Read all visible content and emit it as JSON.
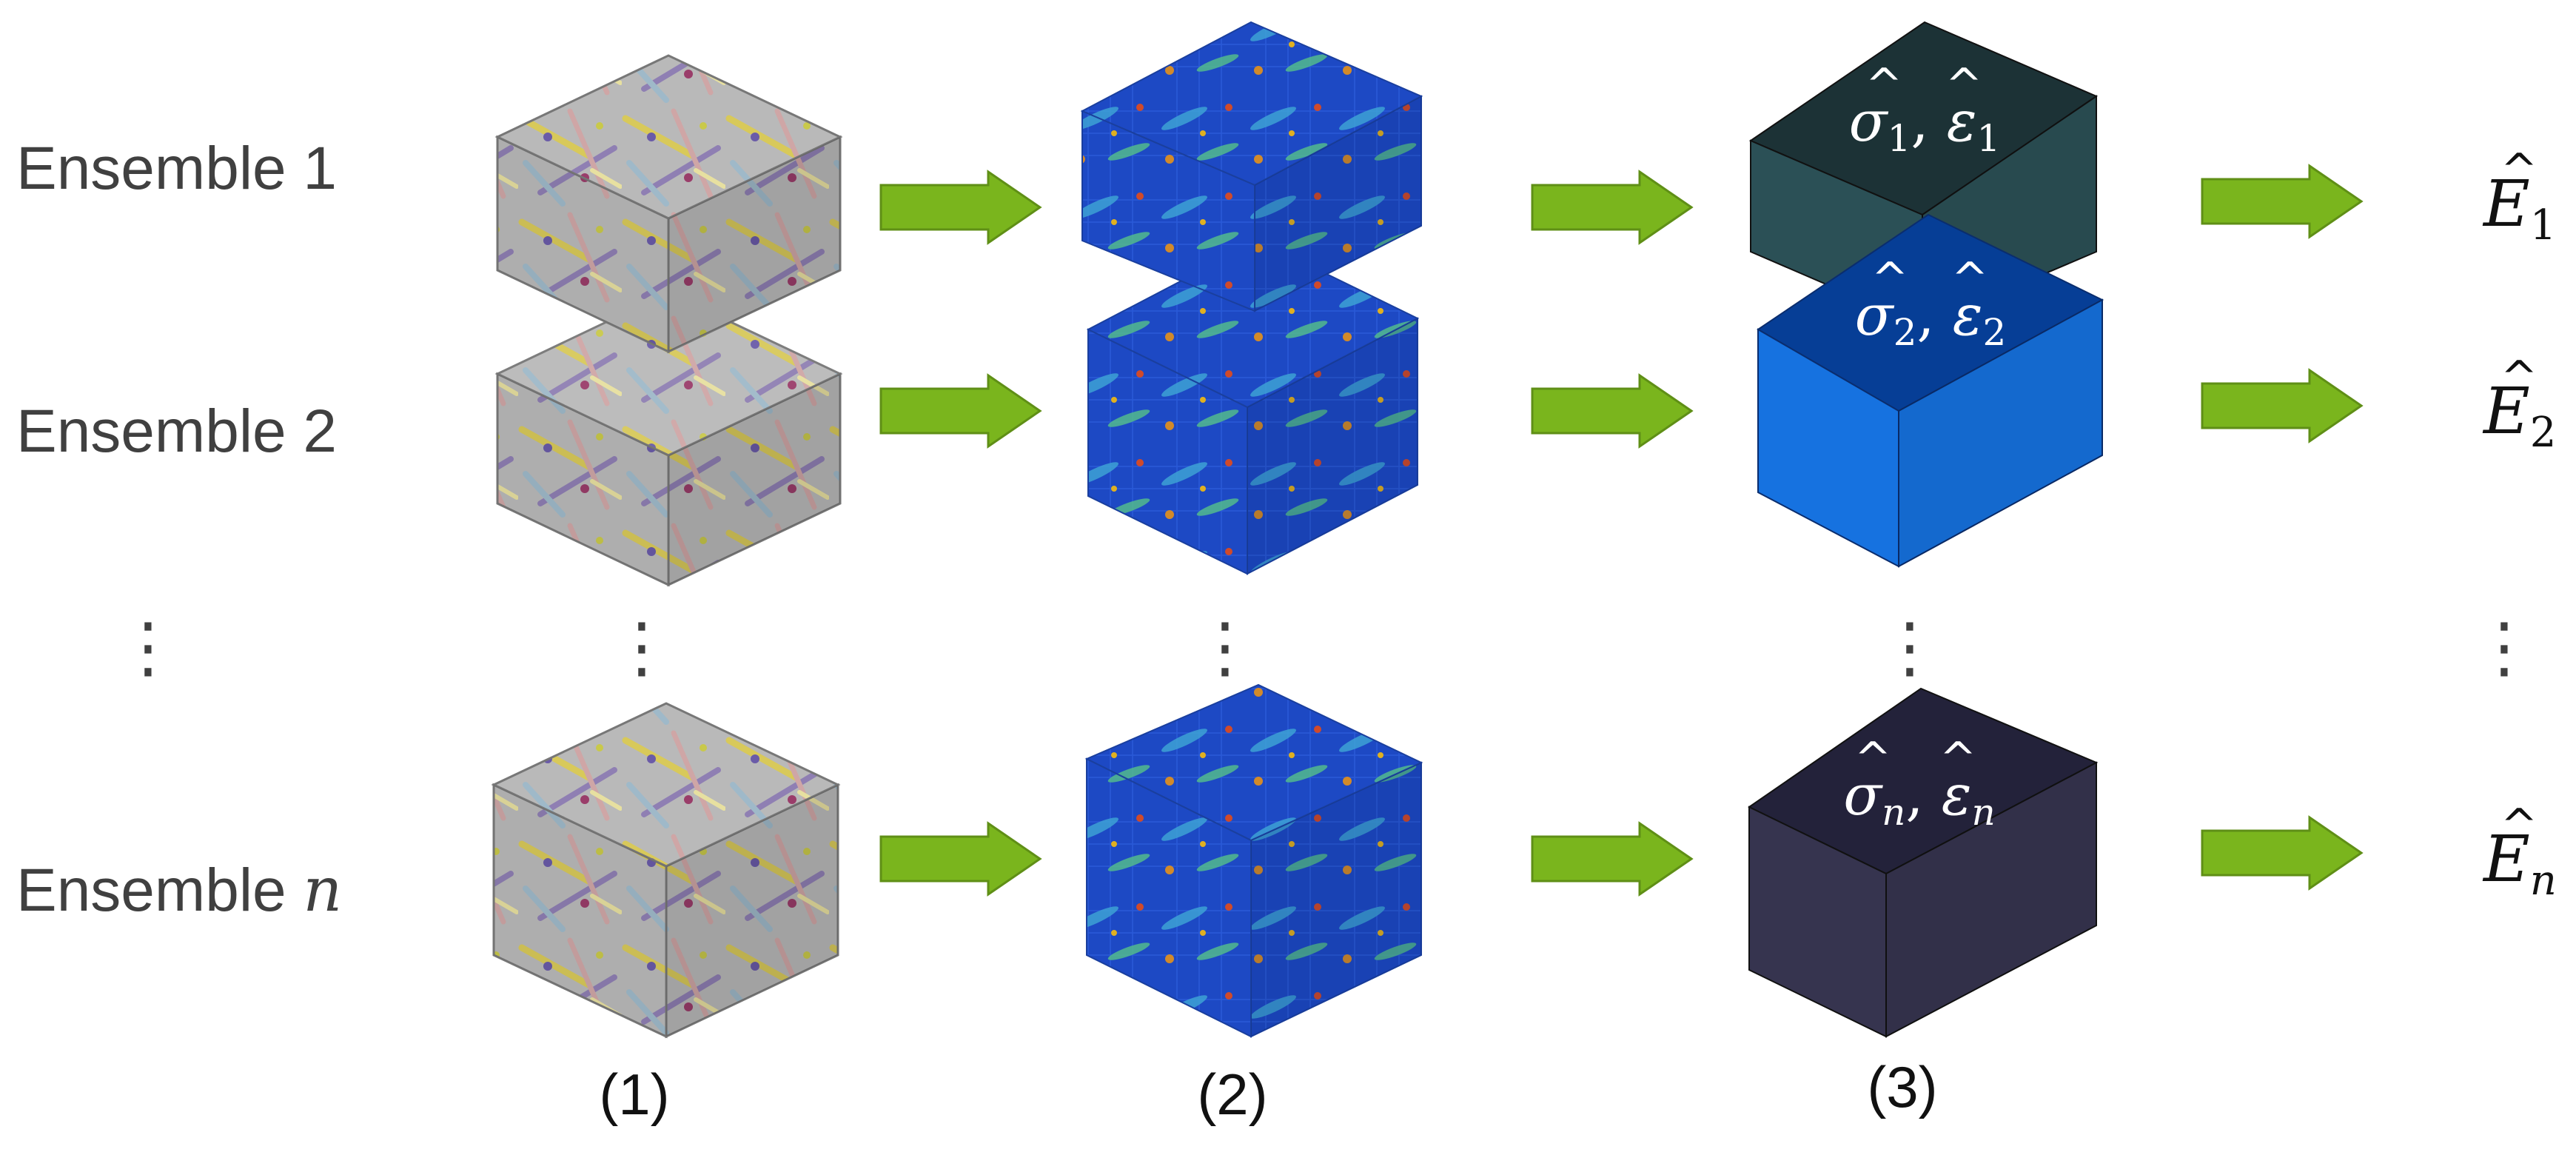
{
  "rows": [
    {
      "label_text": "Ensemble 1",
      "label_var": "",
      "stress_sym": "σ",
      "strain_sym": "ε",
      "sub": "1",
      "E_sym": "E",
      "E_sub": "1"
    },
    {
      "label_text": "Ensemble 2",
      "label_var": "",
      "stress_sym": "σ",
      "strain_sym": "ε",
      "sub": "2",
      "E_sym": "E",
      "E_sub": "2"
    },
    {
      "label_text": "Ensemble ",
      "label_var": "n",
      "stress_sym": "σ",
      "strain_sym": "ε",
      "sub": "n",
      "E_sym": "E",
      "E_sub": "n"
    }
  ],
  "captions": [
    "(1)",
    "(2)",
    "(3)"
  ],
  "ellipsis": "⋮",
  "colors": {
    "arrow": "#7ab51d",
    "arrow_edge": "#5f8f16",
    "rve_box": "#bdbdbd",
    "fem_mesh": "#1e4fcf",
    "result_box_1_top": "#1c3236",
    "result_box_1_side": "#2b5056",
    "result_box_2_top": "#063e96",
    "result_box_2_side": "#1672e0",
    "result_box_n_top": "#23223a",
    "result_box_n_side": "#36344f"
  },
  "icons": {
    "arrow": "right-block-arrow-icon"
  }
}
